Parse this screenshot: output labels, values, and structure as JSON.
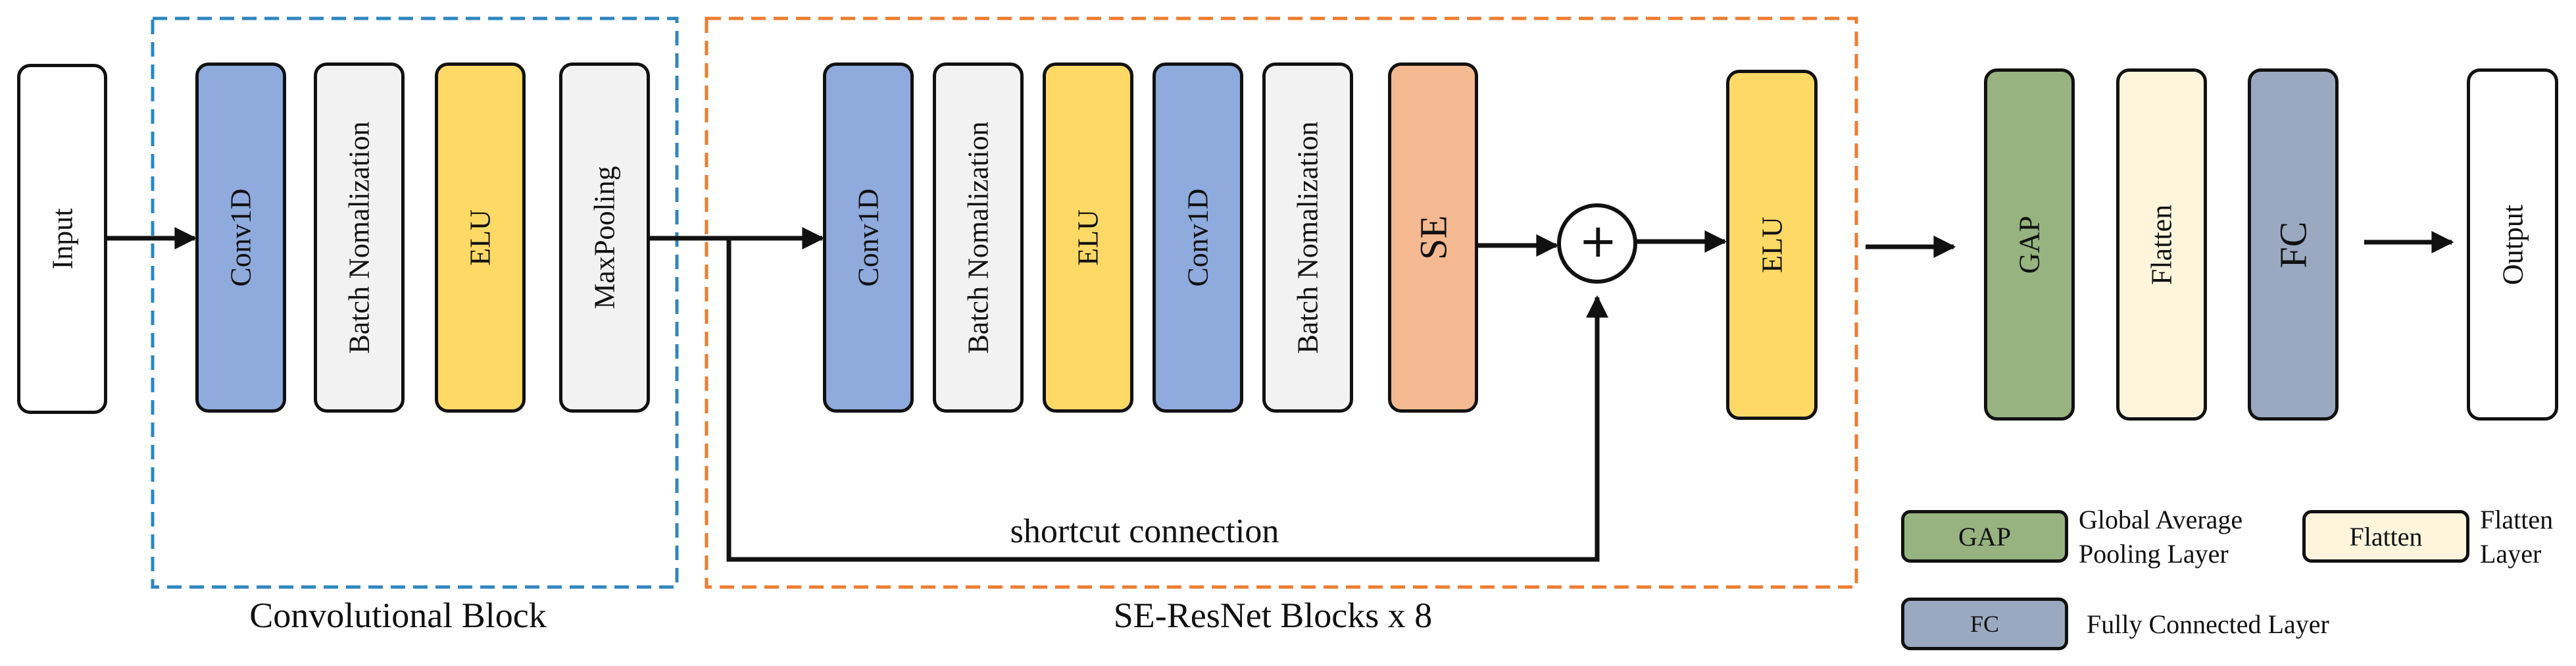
{
  "colors": {
    "conv": "#8FAADC",
    "bn": "#F2F2F2",
    "elu": "#FFD966",
    "pool": "#F2F2F2",
    "se": "#F4B990",
    "gap": "#97B380",
    "flatten": "#FFF5DD",
    "fc": "#9AA9C0",
    "io": "#FFFFFF",
    "conv_block_border": "#2E86C1",
    "se_block_border": "#ED7D31"
  },
  "nodes": {
    "input": "Input",
    "conv1": "Conv1D",
    "bn1": "Batch Nomalization",
    "elu1": "ELU",
    "maxpool": "MaxPooling",
    "conv2": "Conv1D",
    "bn2": "Batch Nomalization",
    "elu2": "ELU",
    "conv3": "Conv1D",
    "bn3": "Batch Nomalization",
    "se": "SE",
    "add_symbol": "+",
    "elu3": "ELU",
    "gap": "GAP",
    "flatten": "Flatten",
    "fc": "FC",
    "output": "Output"
  },
  "labels": {
    "conv_block": "Convolutional Block",
    "se_block": "SE-ResNet Blocks x 8",
    "shortcut": "shortcut connection"
  },
  "legend": {
    "gap_chip": "GAP",
    "gap_desc": "Global Average\nPooling Layer",
    "flatten_chip": "Flatten",
    "flatten_desc": "Flatten\nLayer",
    "fc_chip": "FC",
    "fc_desc": "Fully Connected Layer"
  }
}
